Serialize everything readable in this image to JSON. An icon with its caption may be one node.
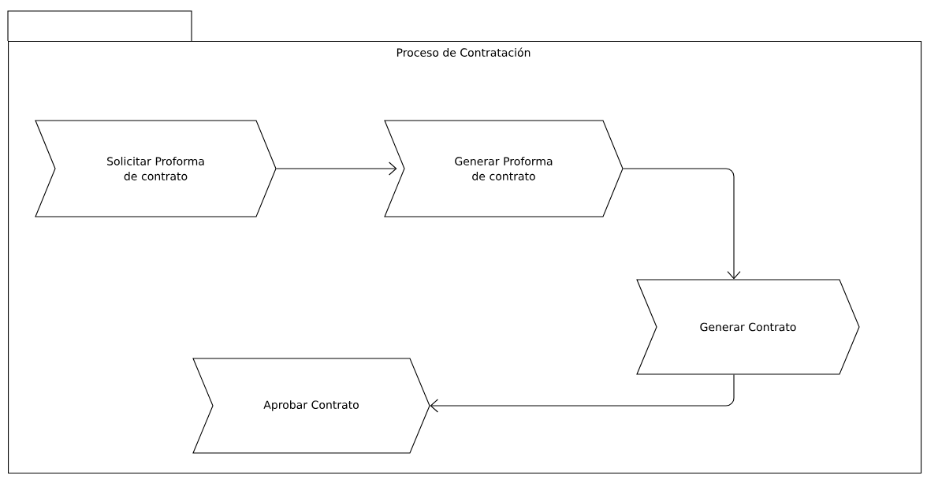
{
  "diagram": {
    "nodes": [
      {
        "text": [
          "Proceso de Contratación"
        ]
      },
      {
        "text": [
          "Solicitar Proforma de contrato"
        ],
        "in": 0
      },
      {
        "text": [
          "Generar Proforma de contrato"
        ],
        "in": 0
      },
      {
        "text": [
          "Generar Contrato"
        ],
        "in": 0
      },
      {
        "text": [
          "Aprobar Contrato"
        ],
        "in": 0
      }
    ],
    "edges": [
      {
        "from": 1,
        "to": 2,
        "arrow": "to"
      },
      {
        "from": 2,
        "to": 3,
        "arrow": "to"
      },
      {
        "from": 3,
        "to": 4,
        "arrow": "to"
      }
    ]
  }
}
